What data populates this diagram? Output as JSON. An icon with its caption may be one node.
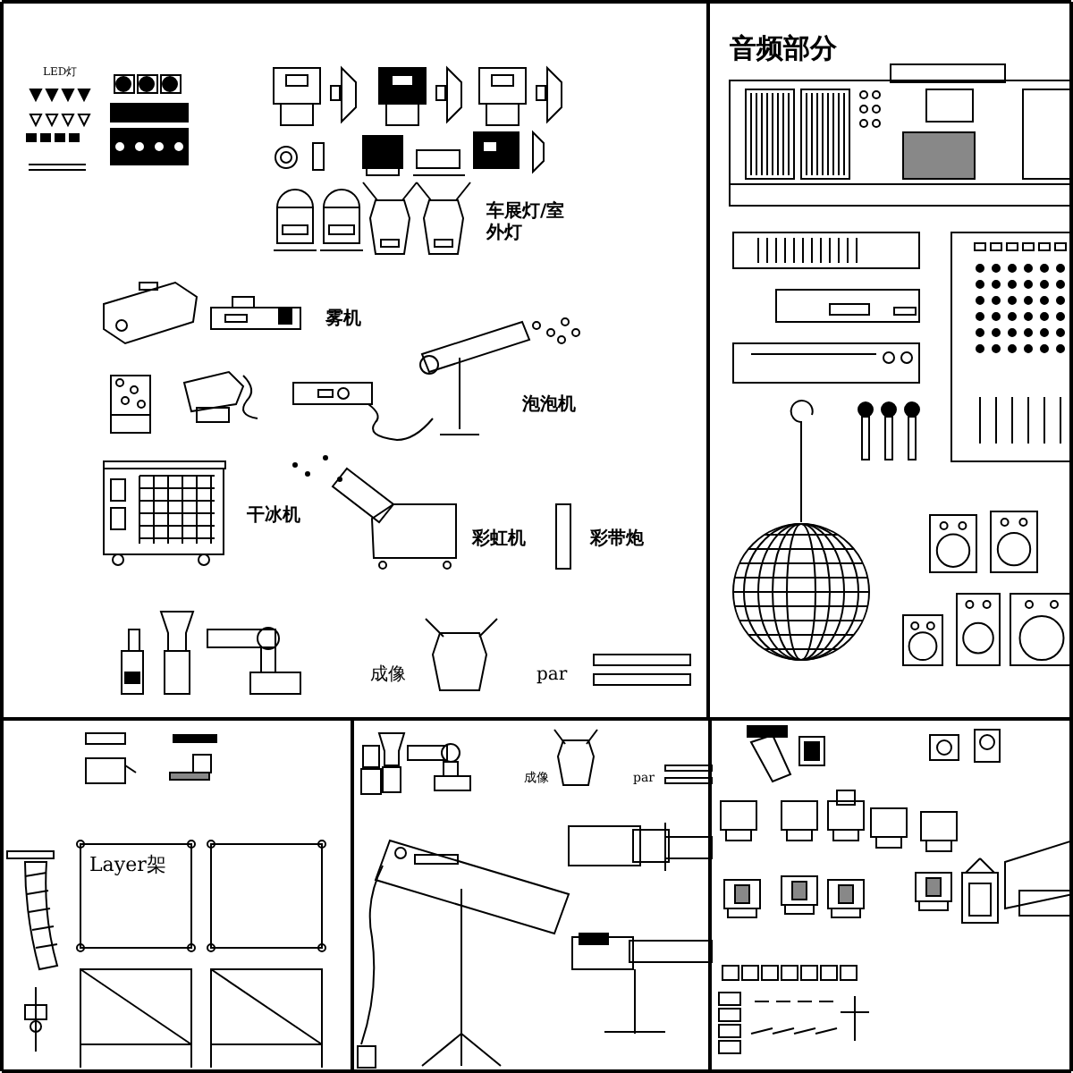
{
  "diagram": {
    "labels": [
      "LED灯",
      "车展灯/室外灯",
      "雾机",
      "泡泡机",
      "干冰机",
      "彩虹机",
      "彩带炮",
      "成像",
      "par",
      "音频部分",
      "成像",
      "par",
      "Layer架"
    ]
  }
}
